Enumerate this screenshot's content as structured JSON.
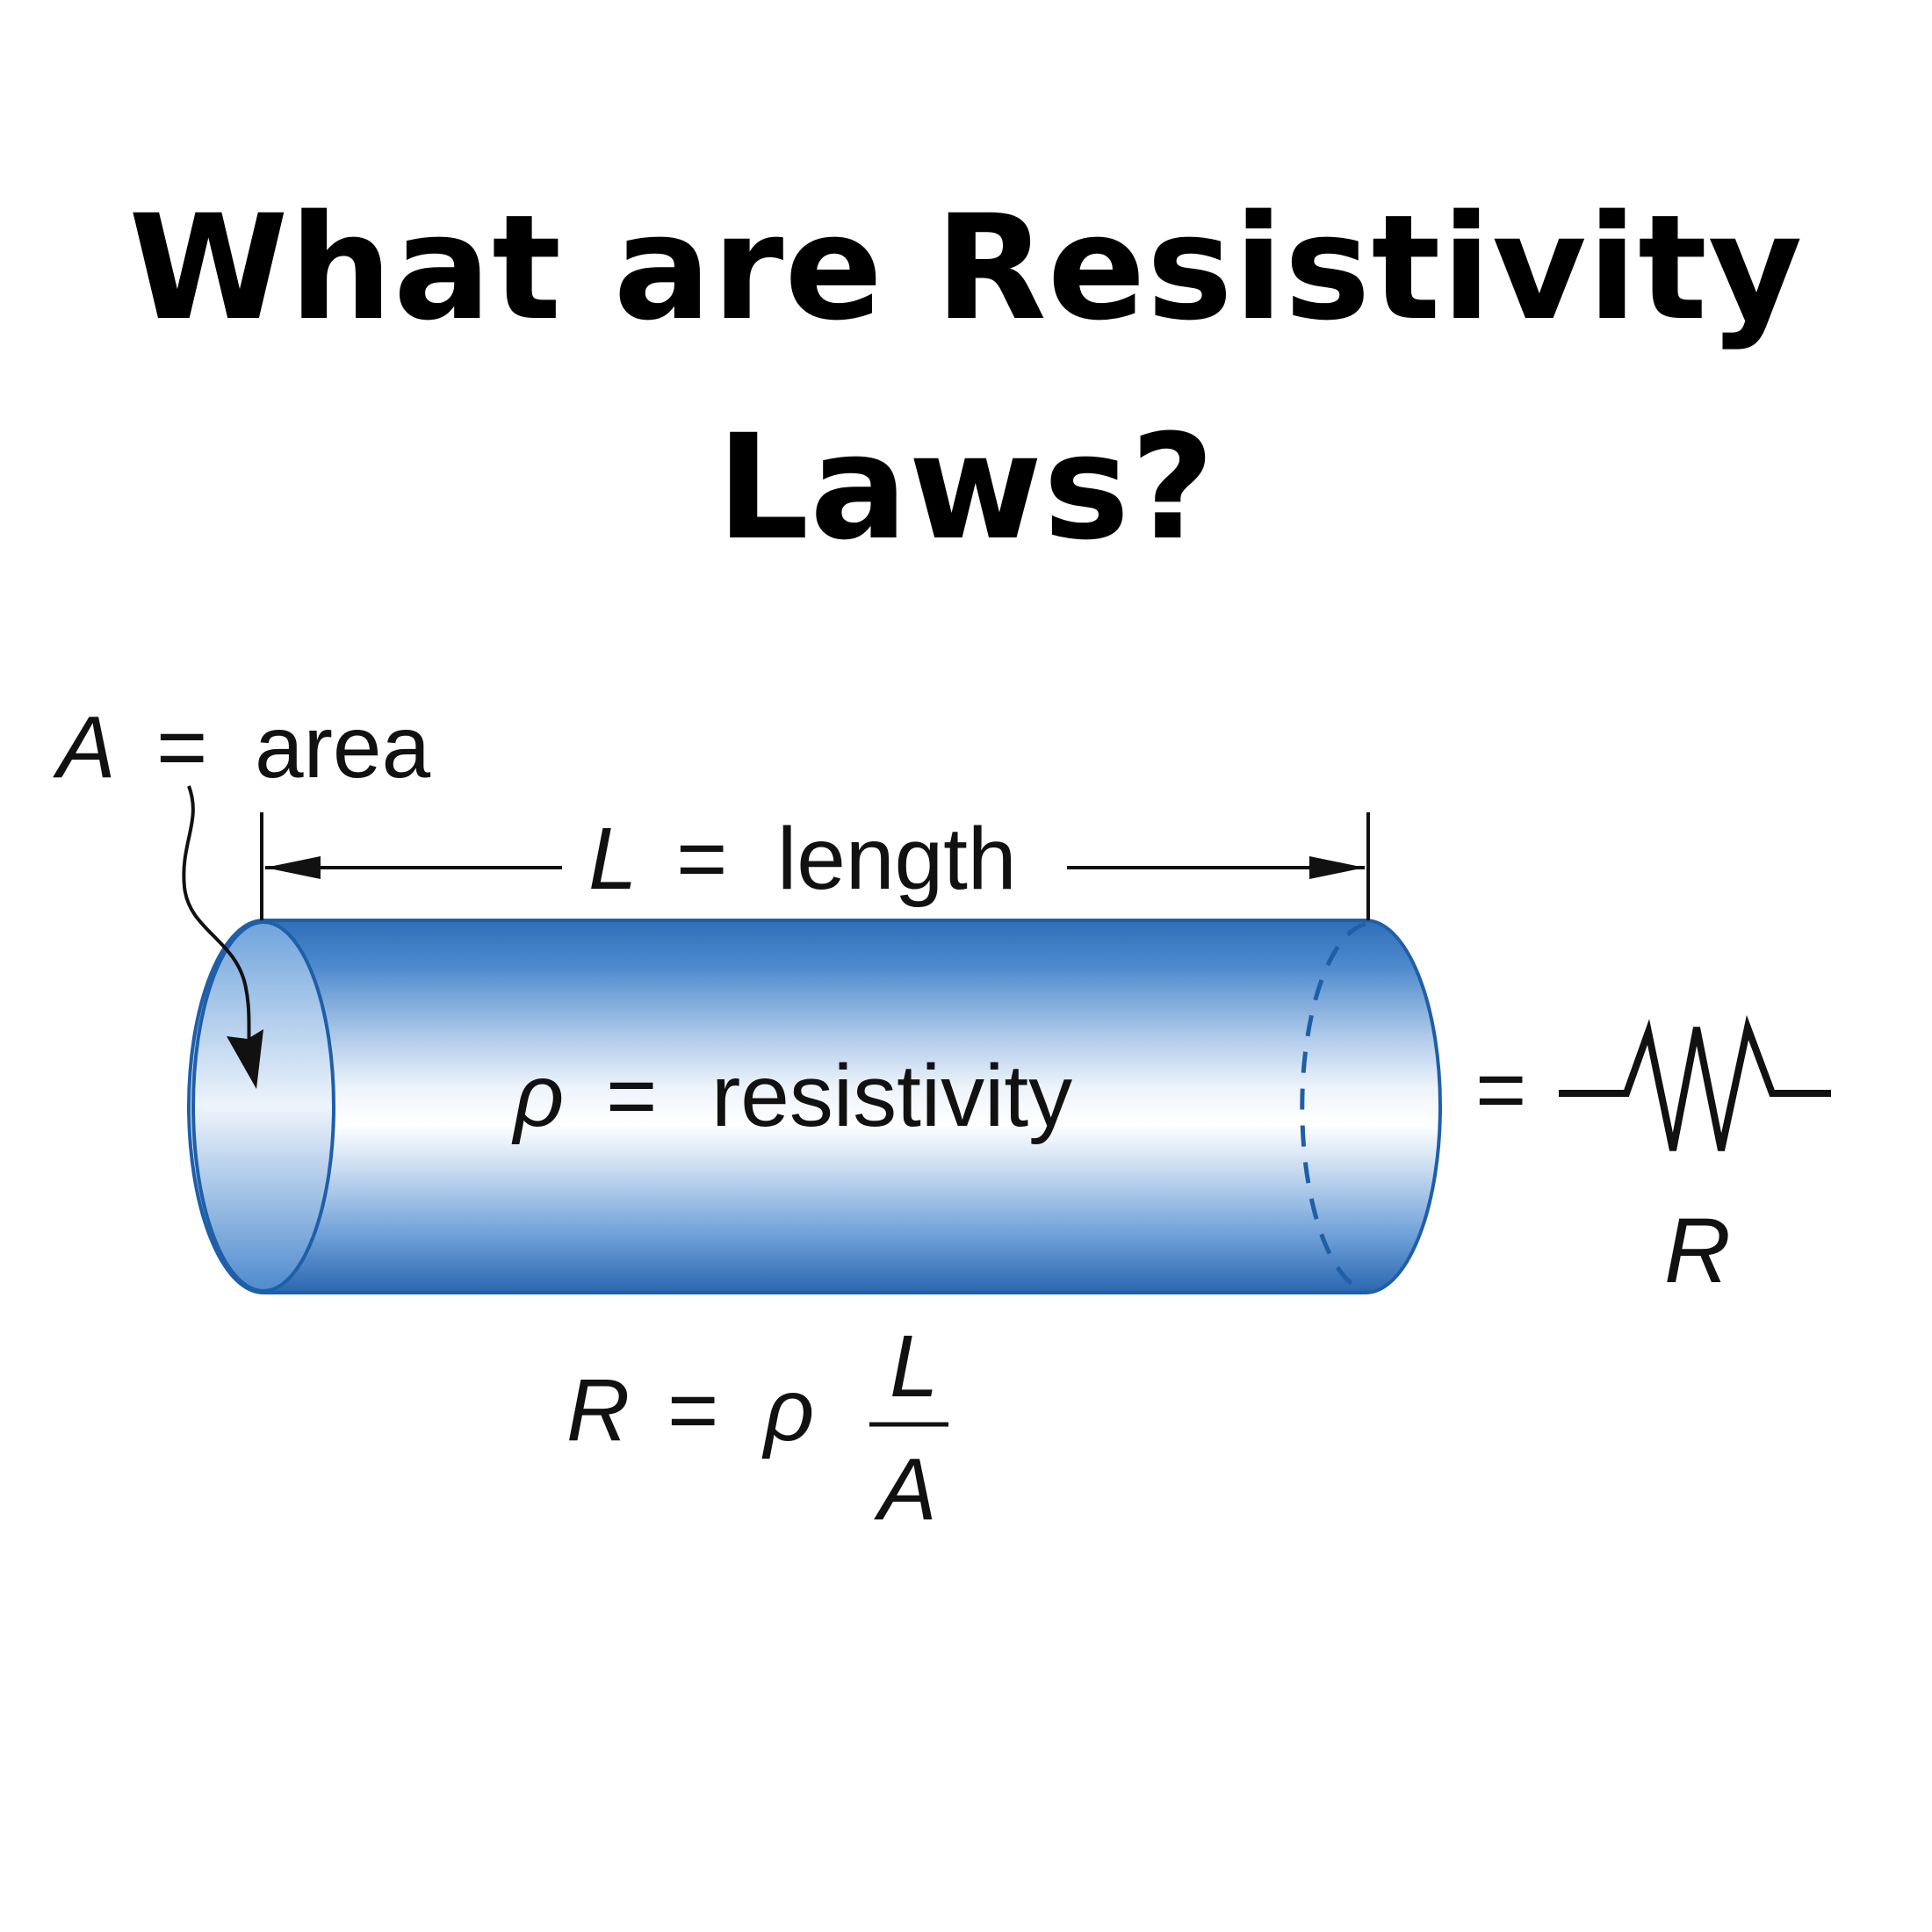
{
  "title": {
    "line1": "What are Resistivity",
    "line2": "Laws?"
  },
  "diagram": {
    "area_label": {
      "symbol": "A",
      "equals": "=",
      "word": "area"
    },
    "length_label": {
      "symbol": "L",
      "equals": "=",
      "word": "length"
    },
    "resistivity_label": {
      "symbol": "ρ",
      "equals": "=",
      "word": "resistivity"
    },
    "equivalence": {
      "equals": "=",
      "resistor_symbol": "R"
    },
    "formula": {
      "lhs": "R",
      "equals": "=",
      "rho": "ρ",
      "numerator": "L",
      "denominator": "A"
    }
  },
  "colors": {
    "cylinder_edge": "#1f5fa8",
    "cylinder_mid": "#5b95d4",
    "cylinder_highlight": "#ffffff",
    "text": "#111111",
    "title": "#000000"
  },
  "icons": [
    "resistor-icon",
    "arrow-icon"
  ]
}
